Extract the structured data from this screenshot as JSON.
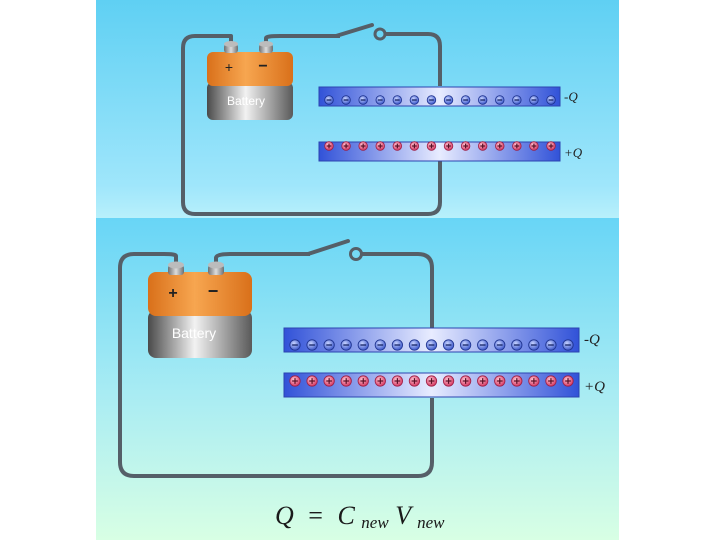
{
  "panels": [
    {
      "battery_label": "Battery",
      "plus_terminal": "+",
      "minus_terminal": "−",
      "top_plate_label": "-Q",
      "bottom_plate_label": "+Q",
      "top_plate_charges": 14,
      "bottom_plate_charges": 14
    },
    {
      "battery_label": "Battery",
      "plus_terminal": "+",
      "minus_terminal": "−",
      "top_plate_label": "-Q",
      "bottom_plate_label": "+Q",
      "top_plate_charges": 17,
      "bottom_plate_charges": 17
    }
  ],
  "equation": {
    "q": "Q",
    "eq": "=",
    "c": "C",
    "c_sub": "new",
    "v": "V",
    "v_sub": "new"
  },
  "colors": {
    "top_bg": "#5ccdf0",
    "bottom_bg_start": "#6ad6f7",
    "bottom_bg_end": "#d2ffe6",
    "wire": "#555f68",
    "battery_top": "#f08a28",
    "battery_body": "#6a6a6a",
    "plate": "#3d5be0",
    "negative_charge": "#4a66d8",
    "positive_charge": "#e0406a"
  }
}
